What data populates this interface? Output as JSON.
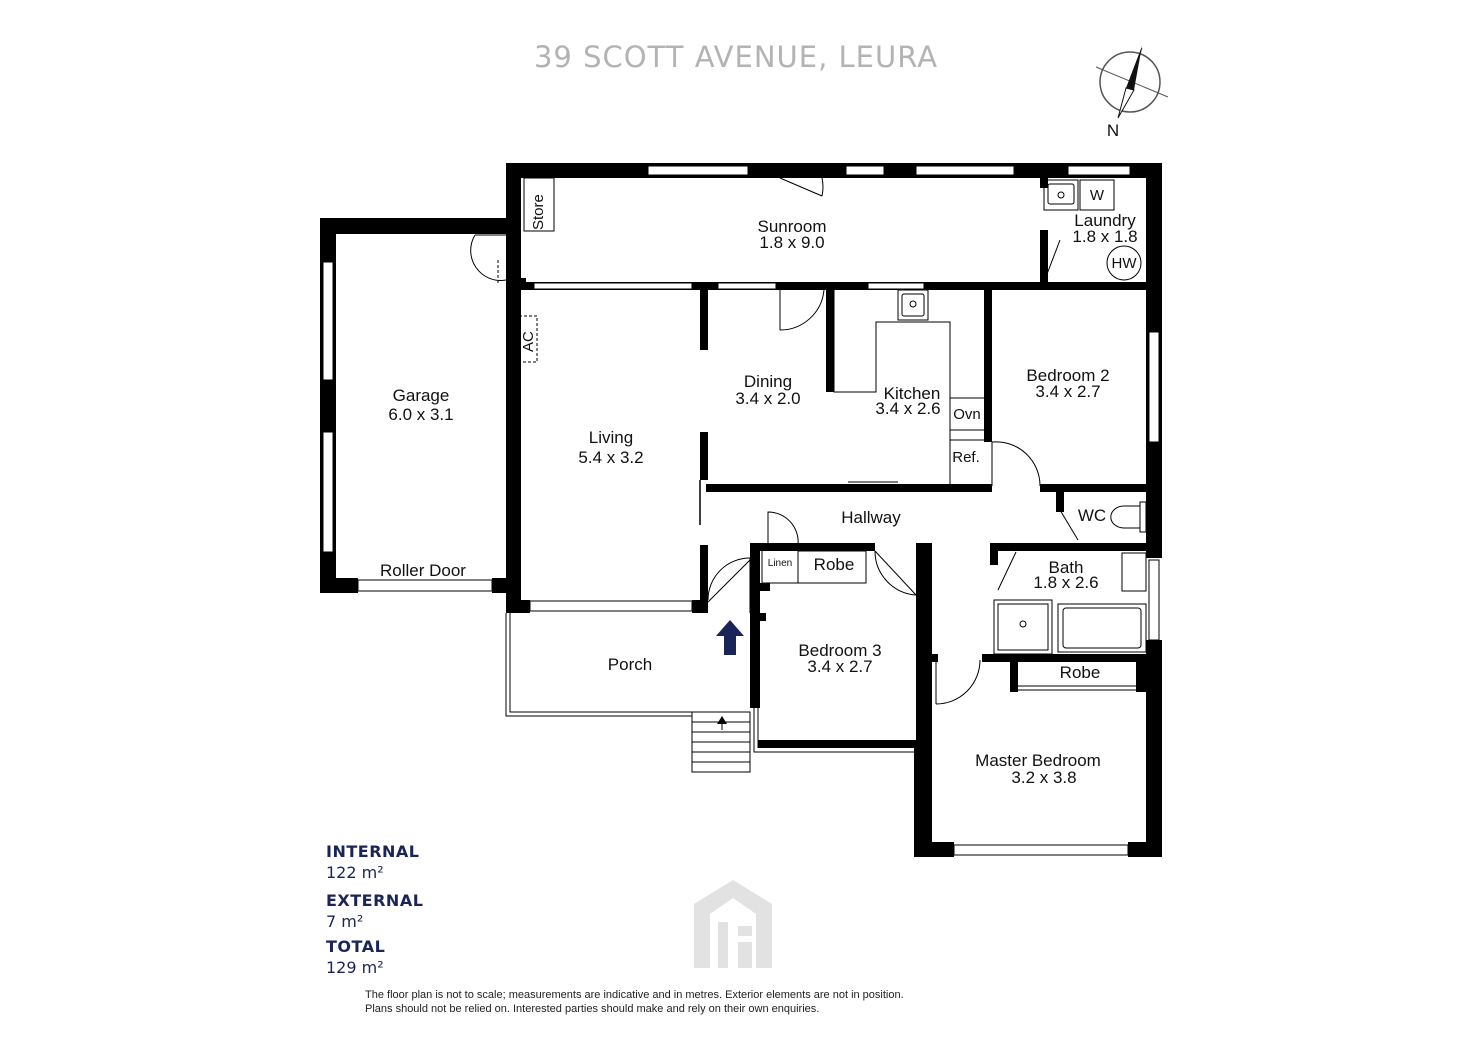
{
  "title": "39 SCOTT AVENUE, LEURA",
  "compass": {
    "label": "N"
  },
  "rooms": {
    "sunroom": {
      "name": "Sunroom",
      "size": "1.8 x 9.0"
    },
    "laundry": {
      "name": "Laundry",
      "size": "1.8 x 1.8"
    },
    "garage": {
      "name": "Garage",
      "size": "6.0 x 3.1"
    },
    "living": {
      "name": "Living",
      "size": "5.4 x 3.2"
    },
    "dining": {
      "name": "Dining",
      "size": "3.4 x 2.0"
    },
    "kitchen": {
      "name": "Kitchen",
      "size": "3.4 x 2.6"
    },
    "bedroom2": {
      "name": "Bedroom 2",
      "size": "3.4 x 2.7"
    },
    "bedroom3": {
      "name": "Bedroom 3",
      "size": "3.4 x 2.7"
    },
    "bath": {
      "name": "Bath",
      "size": "1.8 x 2.6"
    },
    "master": {
      "name": "Master Bedroom",
      "size": "3.2 x 3.8"
    }
  },
  "labels": {
    "store": "Store",
    "w": "W",
    "hw": "HW",
    "ac": "AC",
    "ovn": "Ovn",
    "ref": "Ref.",
    "wc": "WC",
    "hallway": "Hallway",
    "linen": "Linen",
    "robe_bed3": "Robe",
    "robe_master": "Robe",
    "porch": "Porch",
    "roller_door": "Roller Door"
  },
  "areas": {
    "internal_label": "INTERNAL",
    "internal_value": "122 m²",
    "external_label": "EXTERNAL",
    "external_value": "7 m²",
    "total_label": "TOTAL",
    "total_value": "129 m²"
  },
  "disclaimer": {
    "line1": "The floor plan is not to scale; measurements are indicative and in metres. Exterior elements are not in position.",
    "line2": "Plans should not be relied on. Interested parties should make and rely on their own enquiries."
  },
  "colors": {
    "wall": "#000000",
    "title": "#b3b3b3",
    "area_text": "#1b2456",
    "entry_arrow": "#1b2456",
    "logo": "#e2e2e2"
  }
}
